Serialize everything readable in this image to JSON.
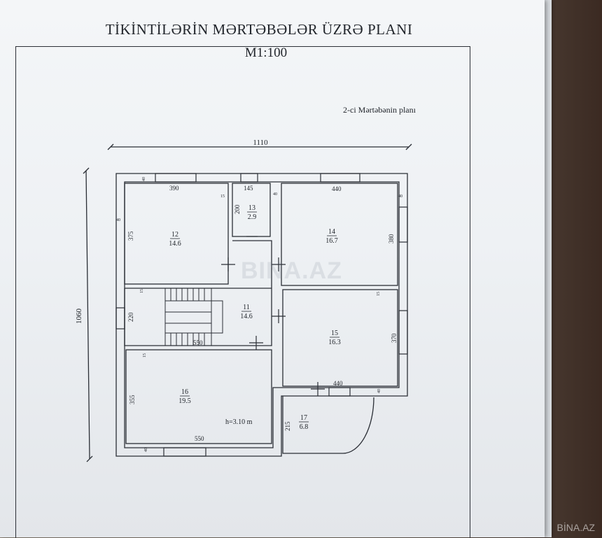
{
  "document": {
    "title": "TİKİNTİLƏRİN MƏRTƏBƏLƏR ÜZRƏ PLANI",
    "scale": "M1:100",
    "floor_label": "2-ci Mərtəbənin planı",
    "height_note": "h=3.10 m"
  },
  "overall_dimensions": {
    "width": "1110",
    "height": "1060"
  },
  "rooms": [
    {
      "number": "12",
      "area": "14.6"
    },
    {
      "number": "13",
      "area": "2.9"
    },
    {
      "number": "14",
      "area": "16.7"
    },
    {
      "number": "11",
      "area": "14.6"
    },
    {
      "number": "15",
      "area": "16.3"
    },
    {
      "number": "16",
      "area": "19.5"
    },
    {
      "number": "17",
      "area": "6.8"
    }
  ],
  "dimensions": [
    "390",
    "145",
    "440",
    "375",
    "200",
    "380",
    "220",
    "370",
    "355",
    "215",
    "550",
    "440",
    "550",
    "40",
    "40",
    "40",
    "40",
    "40",
    "40",
    "15",
    "15",
    "15",
    "15"
  ],
  "watermark": {
    "center": "BINA.AZ",
    "corner": "BİNA.AZ"
  }
}
